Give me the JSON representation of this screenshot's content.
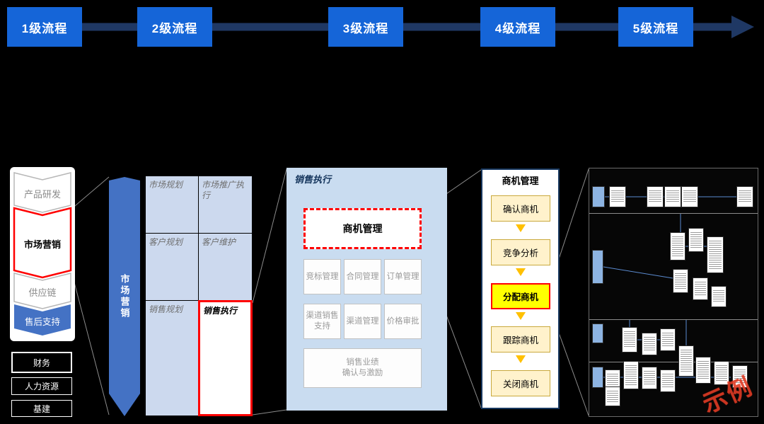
{
  "top_flow": {
    "items": [
      "1级流程",
      "2级流程",
      "3级流程",
      "4级流程",
      "5级流程"
    ]
  },
  "level1": {
    "chevrons": [
      "产品研发",
      "市场营销",
      "供应链",
      "售后支持"
    ],
    "support_boxes": [
      "财务",
      "人力资源",
      "基建"
    ]
  },
  "level2": {
    "side_label": "市场营销",
    "cells": [
      "市场规划",
      "市场推广执行",
      "客户规划",
      "客户维护",
      "销售规划",
      "销售执行"
    ]
  },
  "level3": {
    "title": "销售执行",
    "highlight": "商机管理",
    "row1": [
      "竞标管理",
      "合同管理",
      "订单管理"
    ],
    "row2": [
      "渠道销售支持",
      "渠道管理",
      "价格审批"
    ],
    "bottom_line1": "销售业绩",
    "bottom_line2": "确认与激励"
  },
  "level4": {
    "title": "商机管理",
    "steps": [
      "确认商机",
      "竞争分析",
      "分配商机",
      "跟踪商机",
      "关闭商机"
    ]
  },
  "level5": {
    "stamp": "示例"
  },
  "colors": {
    "flow_box": "#1565d8",
    "flow_arrow": "#1f3864",
    "mid_blue": "#4472c4",
    "panel_blue": "#c9dcf0",
    "cell_blue": "#ccd9ee",
    "highlight_red": "#ff0000",
    "step_yellow": "#fff2cc",
    "highlight_yellow": "#ffff00",
    "stamp_red": "#e03b24"
  }
}
